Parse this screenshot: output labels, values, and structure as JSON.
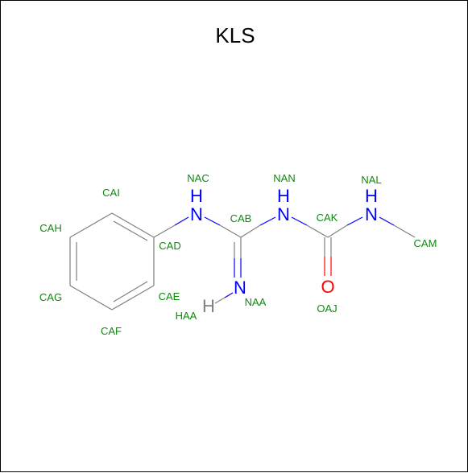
{
  "title": "KLS",
  "colors": {
    "label": "#0d8a0d",
    "nitrogen": "#0000ff",
    "oxygen": "#ff0000",
    "hydrogen": "#808080",
    "bond": "#808080",
    "frame": "#000000"
  },
  "elements": {
    "nac_n": "N",
    "nac_h": "H",
    "nan_n": "N",
    "nan_h": "H",
    "nal_n": "N",
    "nal_h": "H",
    "naa_n": "N",
    "haa_h": "H",
    "oaj_o": "O"
  },
  "atom_labels": {
    "NAC": "NAC",
    "NAN": "NAN",
    "NAL": "NAL",
    "CAI": "CAI",
    "CAB": "CAB",
    "CAK": "CAK",
    "CAH": "CAH",
    "CAD": "CAD",
    "CAM": "CAM",
    "CAG": "CAG",
    "CAE": "CAE",
    "NAA": "NAA",
    "HAA": "HAA",
    "OAJ": "OAJ",
    "CAF": "CAF"
  }
}
